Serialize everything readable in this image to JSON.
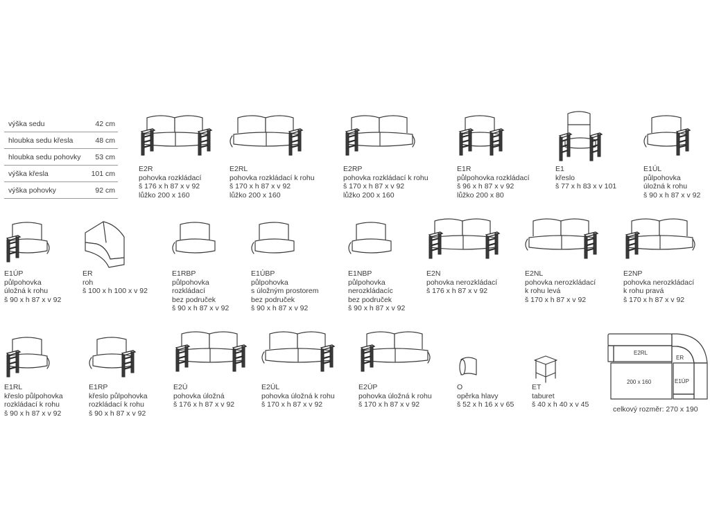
{
  "specs": [
    {
      "label": "výška sedu",
      "value": "42 cm"
    },
    {
      "label": "hloubka sedu křesla",
      "value": "48 cm"
    },
    {
      "label": "hloubka sedu pohovky",
      "value": "53 cm"
    },
    {
      "label": "výška křesla",
      "value": "101 cm"
    },
    {
      "label": "výška pohovky",
      "value": "92 cm"
    }
  ],
  "items": [
    {
      "code": "E2R",
      "lines": [
        "pohovka rozkládací",
        "š 176 x h 87 x v 92",
        "lůžko 200 x 160"
      ]
    },
    {
      "code": "E2RL",
      "lines": [
        "pohovka rozkládací k rohu",
        "š 170 x h 87 x v 92",
        "lůžko 200 x 160"
      ]
    },
    {
      "code": "E2RP",
      "lines": [
        "pohovka rozkládací k rohu",
        "š 170 x h 87 x v 92",
        "lůžko 200 x 160"
      ]
    },
    {
      "code": "E1R",
      "lines": [
        "půlpohovka rozkládací",
        "š 96 x h 87 x v 92",
        "lůžko 200 x 80"
      ]
    },
    {
      "code": "E1",
      "lines": [
        "křeslo",
        "š 77  x h 83  x v 101"
      ]
    },
    {
      "code": "E1ÚL",
      "lines": [
        "půlpohovka",
        "úložná k rohu",
        "š 90 x h 87 x v 92"
      ]
    },
    {
      "code": "E1ÚP",
      "lines": [
        "půlpohovka",
        "úložná k rohu",
        "š 90 x h 87 x v 92"
      ]
    },
    {
      "code": "ER",
      "lines": [
        "roh",
        "š 100 x  h 100 x v 92"
      ]
    },
    {
      "code": "E1RBP",
      "lines": [
        "půlpohovka",
        "rozkládací",
        "bez područek",
        "š 90 x h 87 x v 92"
      ]
    },
    {
      "code": "E1ÚBP",
      "lines": [
        "půlpohovka",
        "s úložným prostorem",
        "bez područek",
        "š 90 x h 87 x v 92"
      ]
    },
    {
      "code": "E1NBP",
      "lines": [
        "půlpohovka",
        "nerozkládacíc",
        "bez područek",
        "š 90 x h 87 x v 92"
      ]
    },
    {
      "code": "E2N",
      "lines": [
        "pohovka nerozkládací",
        "š 176 x h 87 x v 92"
      ]
    },
    {
      "code": "E2NL",
      "lines": [
        "pohovka nerozkládací",
        "k rohu levá",
        "š 170 x h 87 x v 92"
      ]
    },
    {
      "code": "E2NP",
      "lines": [
        "pohovka nerozkládací",
        "k rohu pravá",
        "š 170 x h 87 x v 92"
      ]
    },
    {
      "code": "E1RL",
      "lines": [
        "křeslo půlpohovka",
        "rozkládací k rohu",
        "š 90 x h 87 x v 92"
      ]
    },
    {
      "code": "E1RP",
      "lines": [
        "křeslo půlpohovka",
        "rozkládací k rohu",
        "š 90 x h 87 x v 92"
      ]
    },
    {
      "code": "E2Ú",
      "lines": [
        "pohovka úložná",
        "š 176 x h 87 x v 92"
      ]
    },
    {
      "code": "E2ÚL",
      "lines": [
        "pohovka úložná k rohu",
        "š 170 x h 87 x v 92"
      ]
    },
    {
      "code": "E2ÚP",
      "lines": [
        "pohovka úložná k rohu",
        "š 170 x h 87 x v 92"
      ]
    },
    {
      "code": "O",
      "lines": [
        "opěrka hlavy",
        "š 52 x h 16 x v 65"
      ]
    },
    {
      "code": "ET",
      "lines": [
        "taburet",
        "š 40 x h 40 x v 45"
      ]
    }
  ],
  "plan": {
    "labels": {
      "e2rl": "E2RL",
      "er": "ER",
      "e1up": "E1ÚP",
      "bed": "200 x 160"
    },
    "total": "celkový rozměr: 270 x 190"
  }
}
